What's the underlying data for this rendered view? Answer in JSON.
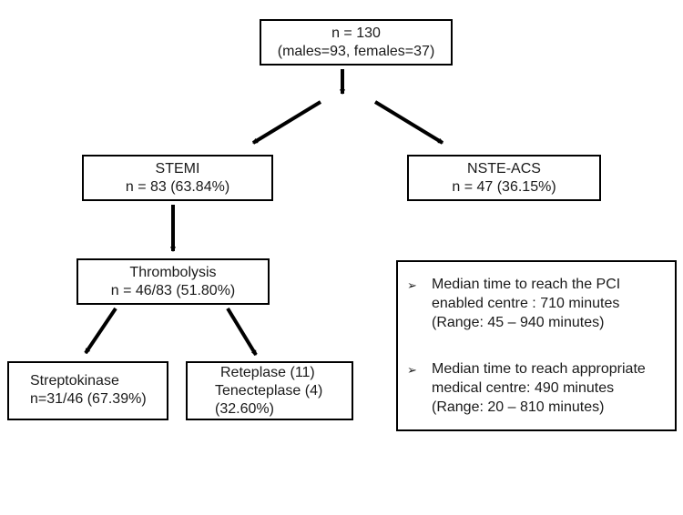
{
  "nodes": {
    "root": {
      "line1": "n = 130",
      "line2": "(males=93, females=37)"
    },
    "stemi": {
      "line1": "STEMI",
      "line2": "n = 83 (63.84%)"
    },
    "nste": {
      "line1": "NSTE-ACS",
      "line2": "n = 47 (36.15%)"
    },
    "thrombolysis": {
      "line1": "Thrombolysis",
      "line2": "n = 46/83 (51.80%)"
    },
    "streptokinase": {
      "line1": "Streptokinase",
      "line2": "n=31/46 (67.39%)"
    },
    "reteplase": {
      "line1": "Reteplase (11)",
      "line2": "Tenecteplase  (4)",
      "line3": "(32.60%)"
    }
  },
  "notes": [
    {
      "lines": [
        "Median time  to reach the PCI",
        "enabled centre : 710 minutes",
        "(Range: 45 – 940 minutes)"
      ]
    },
    {
      "lines": [
        "Median time to reach appropriate",
        "medical centre: 490 minutes",
        "(Range: 20 – 810 minutes)"
      ]
    }
  ],
  "bullet_symbol": "➢"
}
